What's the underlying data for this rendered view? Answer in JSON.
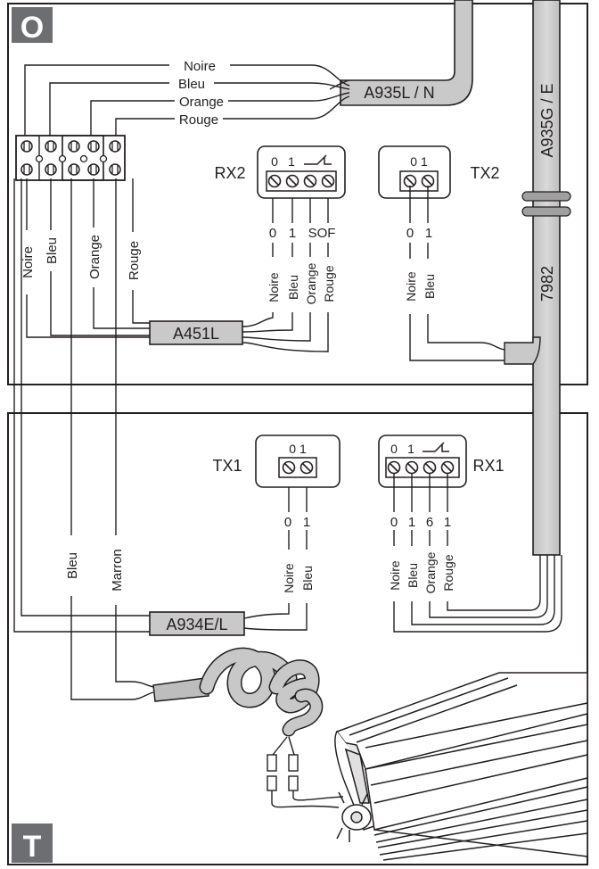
{
  "panels": {
    "top_tag": "O",
    "bottom_tag": "T"
  },
  "cables": {
    "top_right": "A935L / N",
    "vertical": "A935G / E",
    "lower_vertical": "7982",
    "top_junction": "A451L",
    "bottom_junction": "A934E/L"
  },
  "top_wires": [
    "Noire",
    "Bleu",
    "Orange",
    "Rouge"
  ],
  "left_wires": [
    "Noire",
    "Bleu",
    "Orange",
    "Rouge"
  ],
  "rx2": {
    "name": "RX2",
    "top_terminals": [
      "0",
      "1"
    ],
    "terms": [
      "0",
      "1",
      "SOF"
    ],
    "wires": [
      "Noire",
      "Bleu",
      "Orange",
      "Rouge"
    ]
  },
  "tx2": {
    "name": "TX2",
    "terminals": "0 1",
    "terms": [
      "0",
      "1"
    ],
    "wires": [
      "Noire",
      "Bleu"
    ]
  },
  "tx1": {
    "name": "TX1",
    "terminals": "0 1",
    "terms": [
      "0",
      "1"
    ],
    "wires": [
      "Noire",
      "Bleu"
    ]
  },
  "rx1": {
    "name": "RX1",
    "top_terminals": [
      "0",
      "1"
    ],
    "terms": [
      "0",
      "1",
      "6",
      "1"
    ],
    "wires": [
      "Noire",
      "Bleu",
      "Orange",
      "Rouge"
    ]
  },
  "bottom_wires": [
    "Bleu",
    "Marron"
  ]
}
